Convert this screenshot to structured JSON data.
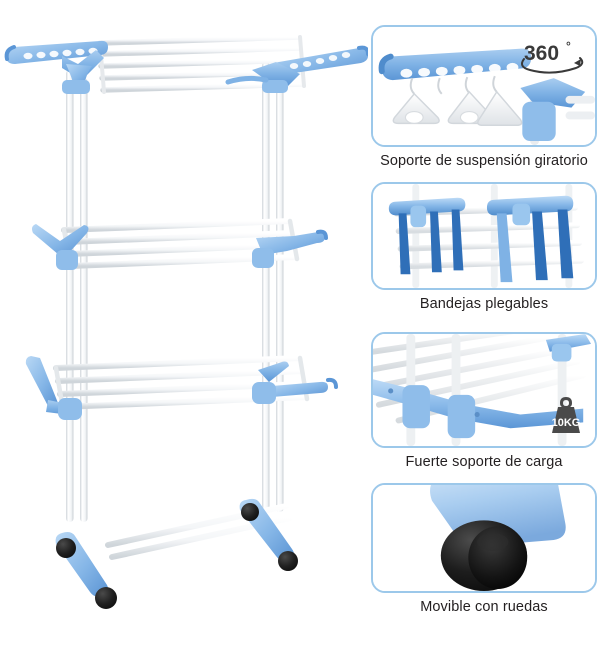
{
  "product": {
    "name": "tendedero-plegable-3-niveles",
    "alt_label": "Tendedero plegable de 3 niveles",
    "colors": {
      "plastic_blue": "#7fb2e5",
      "plastic_blue_dark": "#5b96d6",
      "plastic_blue_light": "#a9cdf0",
      "metal_white": "#f2f4f6",
      "metal_shadow": "#d6dade",
      "wheel_black": "#1c1c1c"
    },
    "tiers": [
      {
        "name": "top-tier",
        "bars": 5,
        "wings": 2
      },
      {
        "name": "middle-tier",
        "bars": 4,
        "wings": 2
      },
      {
        "name": "bottom-tier",
        "bars": 5,
        "wings": 2
      }
    ],
    "base": {
      "feet": 2,
      "wheels": 4
    }
  },
  "features": [
    {
      "id": "swivel-hanger-support",
      "caption": "Soporte de suspensión giratorio",
      "badge": {
        "type": "rotation",
        "value": "360",
        "unit": "°"
      },
      "illustration": "hanger-bar-with-slots-and-hangers"
    },
    {
      "id": "folding-trays",
      "caption": "Bandejas plegables",
      "badge": null,
      "illustration": "folding-wing-brackets"
    },
    {
      "id": "strong-load-support",
      "caption": "Fuerte soporte de carga",
      "badge": {
        "type": "weight",
        "value": "10KG"
      },
      "illustration": "diagonal-rods-on-blue-frame"
    },
    {
      "id": "movable-with-wheels",
      "caption": "Movible con ruedas",
      "badge": null,
      "illustration": "black-caster-wheel-under-blue-foot"
    }
  ],
  "theme": {
    "panel_border_color": "#9cc8ea",
    "caption_color": "#231f20",
    "page_background": "#ffffff",
    "badge_dark": "#4a4a4a"
  }
}
